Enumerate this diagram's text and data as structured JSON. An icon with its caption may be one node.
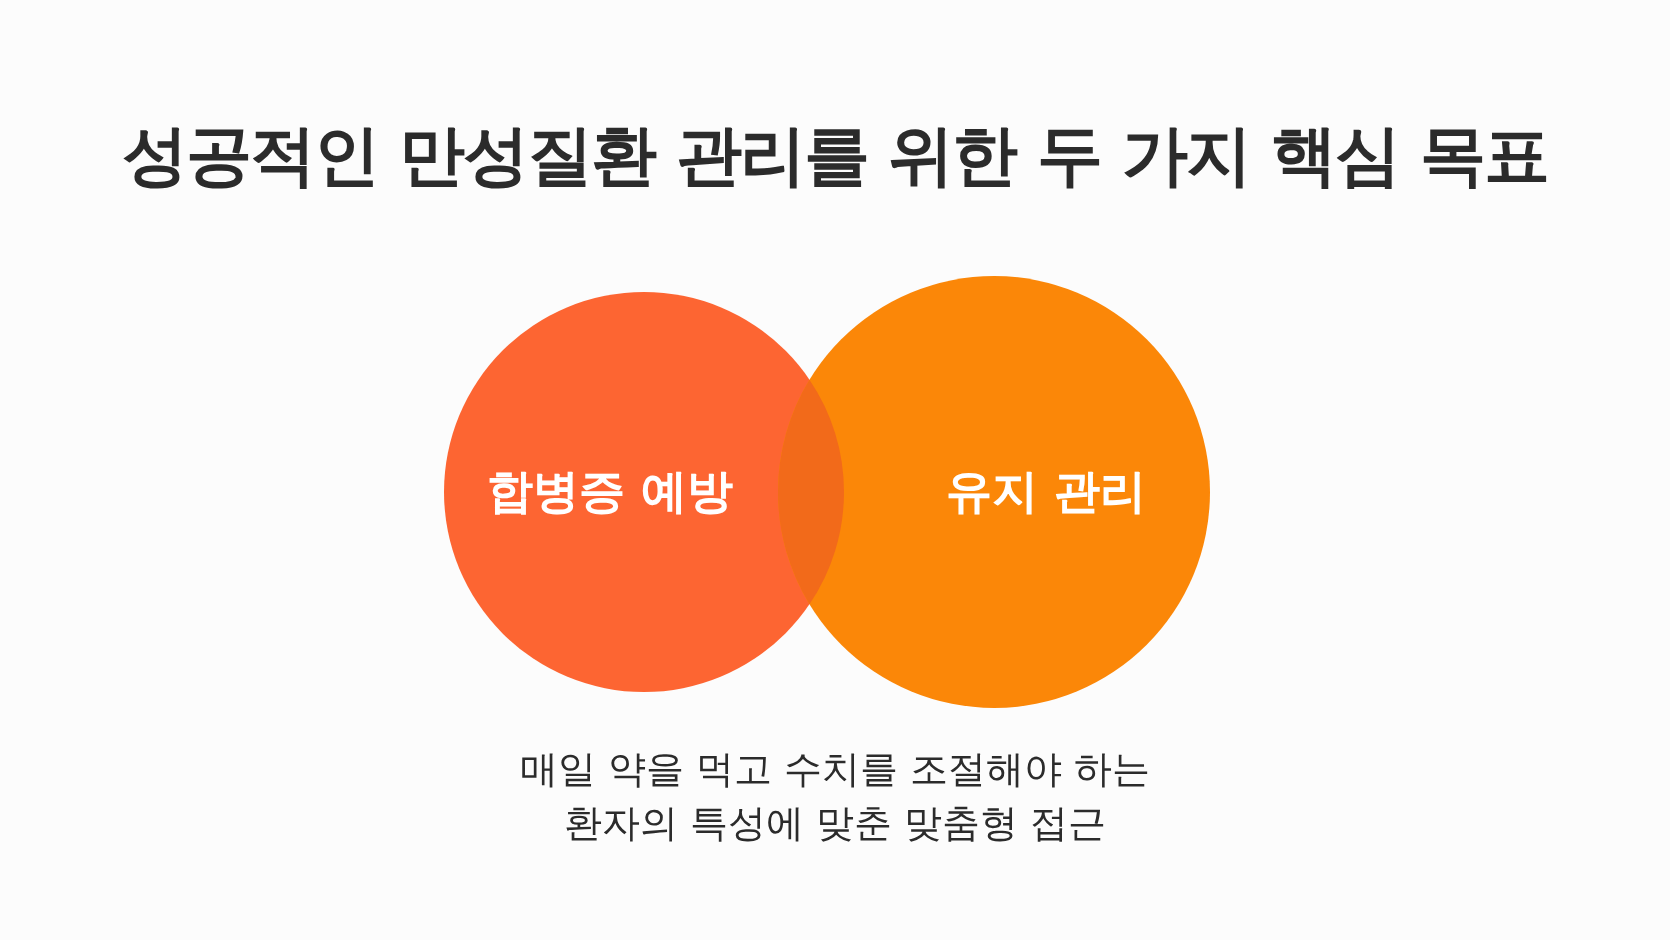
{
  "diagram": {
    "title": "성공적인 만성질환 관리를 위한 두 가지 핵심 목표",
    "nodes": [
      {
        "text": [
          "합병증 예방"
        ]
      },
      {
        "text": [
          "유지 관리"
        ]
      }
    ],
    "caption": "매일 약을 먹고 수치를 조절해야 하는 환자의 특성에 맞춘 맞춤형 접근"
  }
}
